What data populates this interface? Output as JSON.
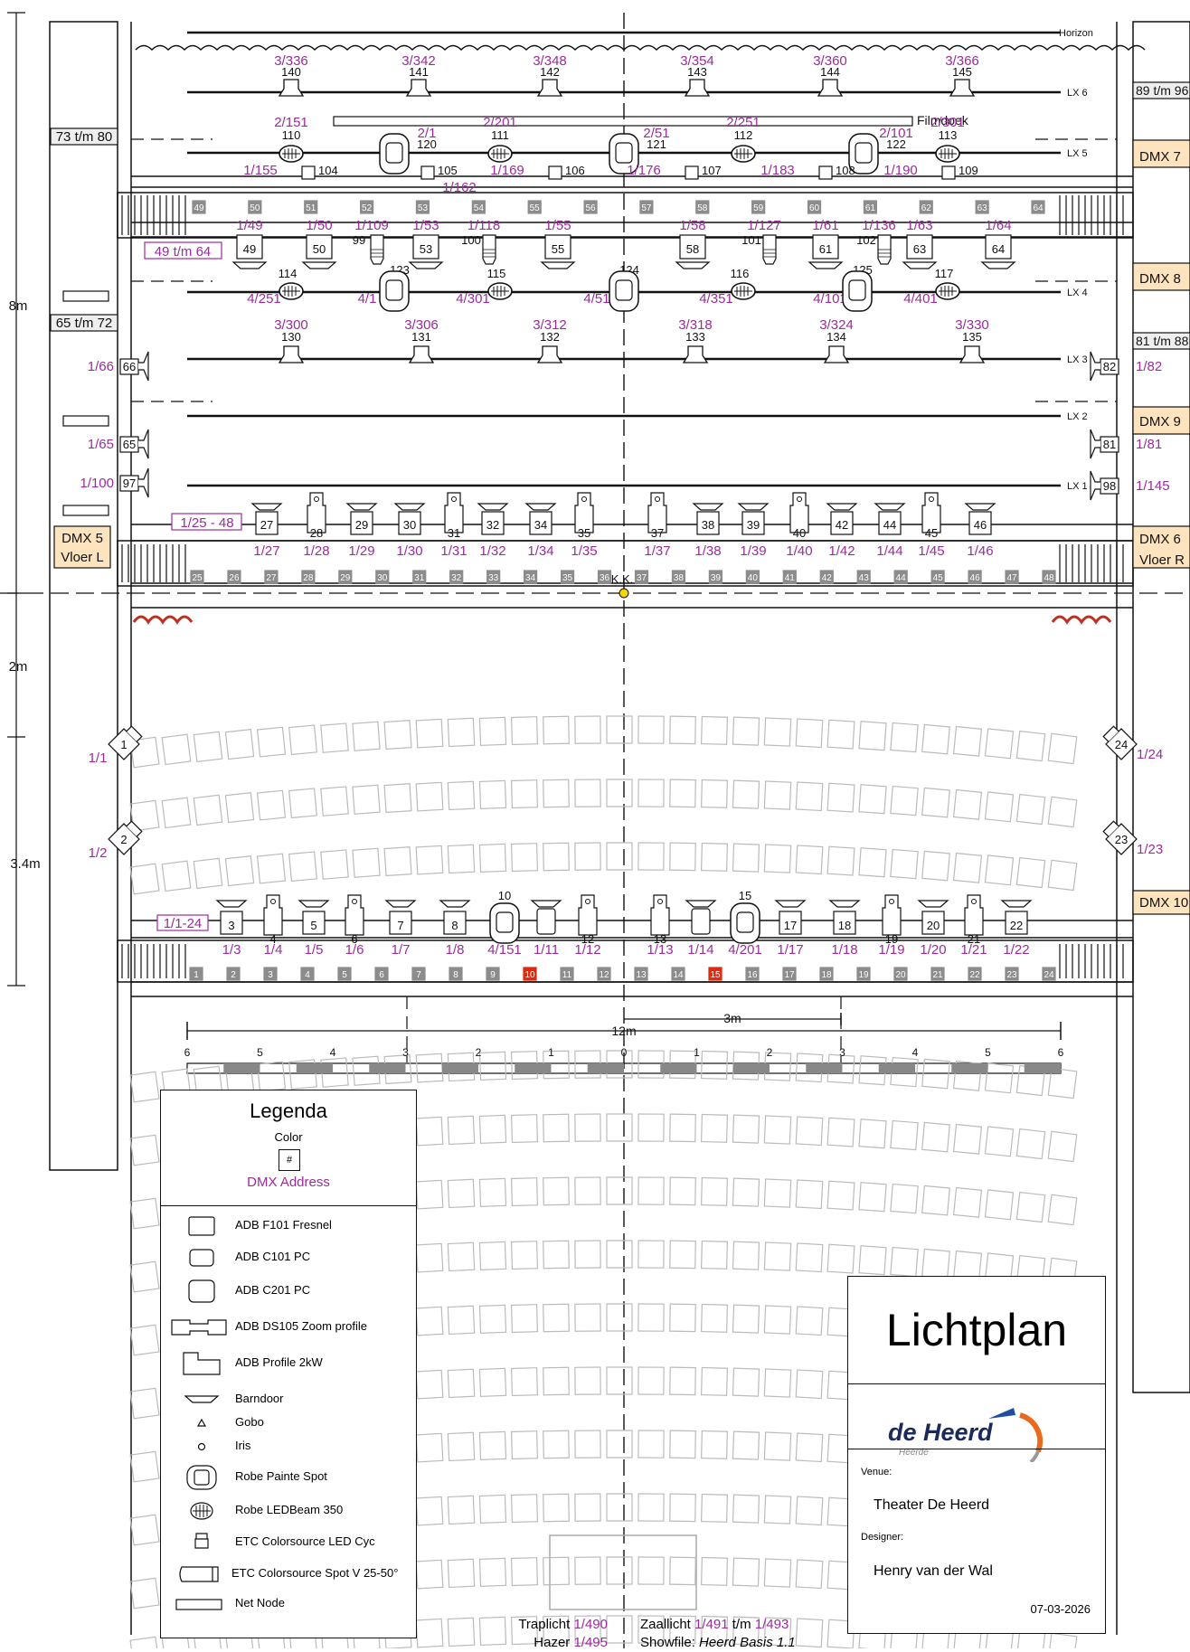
{
  "colors": {
    "line": "#111111",
    "magenta": "#9b2c9b",
    "gray": "#8c8c8c",
    "red": "#e02a10",
    "dmx": "#fde4bf",
    "seat": "#bbbbbb",
    "yellow": "#f5d400",
    "logo_navy": "#1a2a5a",
    "logo_orange": "#e86a1e",
    "logo_blue": "#1f4fa0"
  },
  "stage": {
    "horizon": "Horizon",
    "filmdoek": "Filmdoek",
    "batten_labels": [
      "LX 6",
      "LX 5",
      "LX 4",
      "LX 3",
      "LX 2",
      "LX 1"
    ],
    "left_boxes": [
      "73 t/m 80",
      "65 t/m 72"
    ],
    "right_boxes": [
      "89 t/m 96",
      "81 t/m 88"
    ],
    "dmx_left": [
      "DMX 5",
      "Vloer L"
    ],
    "dmx_right": [
      "DMX 7",
      "DMX 8",
      "DMX 9",
      "DMX 6",
      "Vloer R",
      "DMX 10"
    ],
    "dims": [
      "8m",
      "2m",
      "3.4m"
    ],
    "kk": "K.K.",
    "scale_3m": "3m",
    "scale_12m": "12m",
    "scale_ticks": [
      "6",
      "5",
      "4",
      "3",
      "2",
      "1",
      "0",
      "1",
      "2",
      "3",
      "4",
      "5",
      "6"
    ],
    "lx6": [
      [
        "3/336",
        "140"
      ],
      [
        "3/342",
        "141"
      ],
      [
        "3/348",
        "142"
      ],
      [
        "3/354",
        "143"
      ],
      [
        "3/360",
        "144"
      ],
      [
        "3/366",
        "145"
      ]
    ],
    "lx5_top": [
      [
        "2/151",
        "110"
      ],
      [
        "2/1",
        "120"
      ],
      [
        "2/201",
        "111"
      ],
      [
        "2/51",
        "121"
      ],
      [
        "2/251",
        "112"
      ],
      [
        "2/101",
        "122"
      ],
      [
        "2/301",
        "113"
      ]
    ],
    "lx5_low": [
      [
        "1/155",
        "104"
      ],
      [
        "1/162",
        "105"
      ],
      [
        "1/169",
        "106"
      ],
      [
        "1/176",
        "107"
      ],
      [
        "1/183",
        "108"
      ],
      [
        "1/190",
        "109"
      ]
    ],
    "upper_rail_nums": [
      "49",
      "50",
      "51",
      "52",
      "53",
      "54",
      "55",
      "56",
      "57",
      "58",
      "59",
      "60",
      "61",
      "62",
      "63",
      "64"
    ],
    "upper_rail_label": "49 t/m 64",
    "upper_units": [
      [
        "1/49",
        "49"
      ],
      [
        "1/50",
        "50"
      ],
      [
        "1/109",
        "99"
      ],
      [
        "1/53",
        "53"
      ],
      [
        "1/118",
        "100"
      ],
      [
        "1/55",
        "55"
      ],
      [
        "1/58",
        "58"
      ],
      [
        "1/127",
        "101"
      ],
      [
        "1/61",
        "61"
      ],
      [
        "1/136",
        "102"
      ],
      [
        "1/63",
        "63"
      ],
      [
        "1/64",
        "64"
      ]
    ],
    "lx4": [
      [
        "4/251",
        "114"
      ],
      [
        "4/1",
        "123"
      ],
      [
        "4/301",
        "115"
      ],
      [
        "4/51",
        "124"
      ],
      [
        "4/351",
        "116"
      ],
      [
        "4/101",
        "125"
      ],
      [
        "4/401",
        "117"
      ]
    ],
    "lx3": [
      [
        "3/300",
        "130"
      ],
      [
        "3/306",
        "131"
      ],
      [
        "3/312",
        "132"
      ],
      [
        "3/318",
        "133"
      ],
      [
        "3/324",
        "134"
      ],
      [
        "3/330",
        "135"
      ]
    ],
    "side_left": [
      [
        "1/66",
        "66"
      ],
      [
        "1/65",
        "65"
      ],
      [
        "1/100",
        "97"
      ]
    ],
    "side_right": [
      [
        "1/82",
        "82"
      ],
      [
        "1/81",
        "81"
      ],
      [
        "1/145",
        "98"
      ]
    ],
    "lower_rail_label": "1/25 - 48",
    "lower_units": [
      [
        "1/27",
        "27"
      ],
      [
        "1/28",
        "28"
      ],
      [
        "1/29",
        "29"
      ],
      [
        "1/30",
        "30"
      ],
      [
        "1/31",
        "31"
      ],
      [
        "1/32",
        "32"
      ],
      [
        "1/34",
        "34"
      ],
      [
        "1/35",
        "35"
      ],
      [
        "1/37",
        "37"
      ],
      [
        "1/38",
        "38"
      ],
      [
        "1/39",
        "39"
      ],
      [
        "1/40",
        "40"
      ],
      [
        "1/42",
        "42"
      ],
      [
        "1/44",
        "44"
      ],
      [
        "1/45",
        "45"
      ],
      [
        "1/46",
        "46"
      ]
    ],
    "lower_rail_nums": [
      "25",
      "26",
      "27",
      "28",
      "29",
      "30",
      "31",
      "32",
      "33",
      "34",
      "35",
      "36",
      "37",
      "38",
      "39",
      "40",
      "41",
      "42",
      "43",
      "44",
      "45",
      "46",
      "47",
      "48"
    ]
  },
  "hall": {
    "left_side": [
      [
        "1/1",
        "1"
      ],
      [
        "1/2",
        "2"
      ]
    ],
    "right_side": [
      [
        "1/24",
        "24"
      ],
      [
        "1/23",
        "23"
      ]
    ],
    "foh_label": "1/1-24",
    "foh_units": [
      [
        "1/3",
        "3"
      ],
      [
        "1/4",
        "4"
      ],
      [
        "1/5",
        "5"
      ],
      [
        "1/6",
        "6"
      ],
      [
        "1/7",
        "7"
      ],
      [
        "1/8",
        "8"
      ],
      [
        "4/151",
        "10"
      ],
      [
        "1/11",
        "11"
      ],
      [
        "1/12",
        "12"
      ],
      [
        "1/13",
        "13"
      ],
      [
        "1/14",
        "14"
      ],
      [
        "4/201",
        "15"
      ],
      [
        "1/17",
        "17"
      ],
      [
        "1/18",
        "18"
      ],
      [
        "1/19",
        "19"
      ],
      [
        "1/20",
        "20"
      ],
      [
        "1/21",
        "21"
      ],
      [
        "1/22",
        "22"
      ]
    ],
    "foh_nums": [
      "1",
      "2",
      "3",
      "4",
      "5",
      "6",
      "7",
      "8",
      "9",
      "10",
      "11",
      "12",
      "13",
      "14",
      "15",
      "16",
      "17",
      "18",
      "19",
      "20",
      "21",
      "22",
      "23",
      "24"
    ],
    "foh_red": [
      "10",
      "15"
    ]
  },
  "legend": {
    "title": "Legenda",
    "color": "Color",
    "hash": "#",
    "dmx": "DMX Address",
    "items": [
      "ADB F101 Fresnel",
      "ADB C101 PC",
      "ADB C201 PC",
      "ADB DS105 Zoom profile",
      "ADB Profile 2kW",
      "Barndoor",
      "Gobo",
      "Iris",
      "Robe Painte Spot",
      "Robe LEDBeam 350",
      "ETC Colorsource LED Cyc",
      "ETC Colorsource Spot V 25-50°",
      "Net Node"
    ]
  },
  "footer": {
    "traplicht_label": "Traplicht",
    "traplicht_addr": "1/490",
    "hazer_label": "Hazer",
    "hazer_addr": "1/495",
    "zaallicht_label": "Zaallicht",
    "zaallicht_from": "1/491",
    "tm": "t/m",
    "zaallicht_to": "1/493",
    "showfile_label": "Showfile:",
    "showfile": "Heerd Basis 1.1"
  },
  "titleblock": {
    "title": "Lichtplan",
    "logo": "de Heerd",
    "logo_sub": "Heerde",
    "venue_label": "Venue:",
    "venue": "Theater De Heerd",
    "designer_label": "Designer:",
    "designer": "Henry van der Wal",
    "date": "07-03-2026"
  }
}
